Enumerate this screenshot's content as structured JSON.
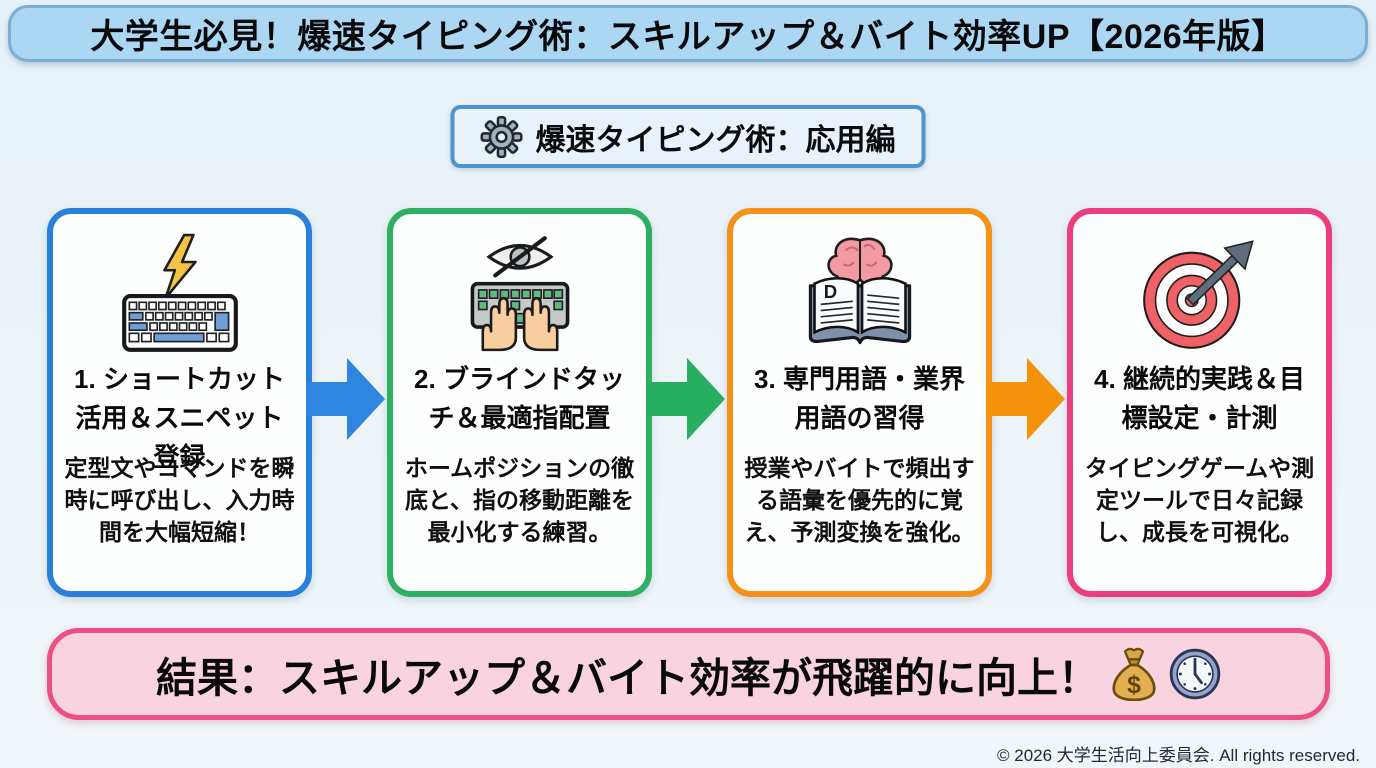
{
  "header": {
    "title": "大学生必見！爆速タイピング術：スキルアップ＆バイト効率UP【2026年版】"
  },
  "subheader": {
    "icon": "gear-icon",
    "label": "爆速タイピング術：応用編"
  },
  "steps": [
    {
      "icon": "keyboard-lightning-icon",
      "title": "1. ショートカット活用＆スニペット登録",
      "description": "定型文やコマンドを瞬時に呼び出し、入力時間を大幅短縮！",
      "border_color": "#2980D9"
    },
    {
      "icon": "blind-touch-keyboard-icon",
      "title": "2. ブラインドタッチ＆最適指配置",
      "description": "ホームポジションの徹底と、指の移動距離を最小化する練習。",
      "border_color": "#2EAF62"
    },
    {
      "icon": "book-brain-icon",
      "title": "3. 専門用語・業界用語の習得",
      "description": "授業やバイトで頻出する語彙を優先的に覚え、予測変換を強化。",
      "border_color": "#F39119"
    },
    {
      "icon": "target-arrow-icon",
      "title": "4. 継続的実践＆目標設定・計測",
      "description": "タイピングゲームや測定ツールで日々記録し、成長を可視化。",
      "border_color": "#EE3D7E"
    }
  ],
  "arrows": [
    {
      "color": "#2E86DE"
    },
    {
      "color": "#27AE60"
    },
    {
      "color": "#F5920B"
    }
  ],
  "result": {
    "text": "結果：スキルアップ＆バイト効率が飛躍的に向上！",
    "icons": [
      "money-bag-icon",
      "clock-icon"
    ],
    "border_color": "#EC4E86",
    "background": "#F9D3E0"
  },
  "footer": {
    "copyright": "© 2026 大学生活向上委員会. All rights reserved."
  },
  "colors": {
    "page_background": "#EDF4F8",
    "banner_background": "#ABD7F2",
    "banner_border": "#79AFD4",
    "subheader_border": "#4D94CE",
    "card_background": "#FDFEFE"
  }
}
